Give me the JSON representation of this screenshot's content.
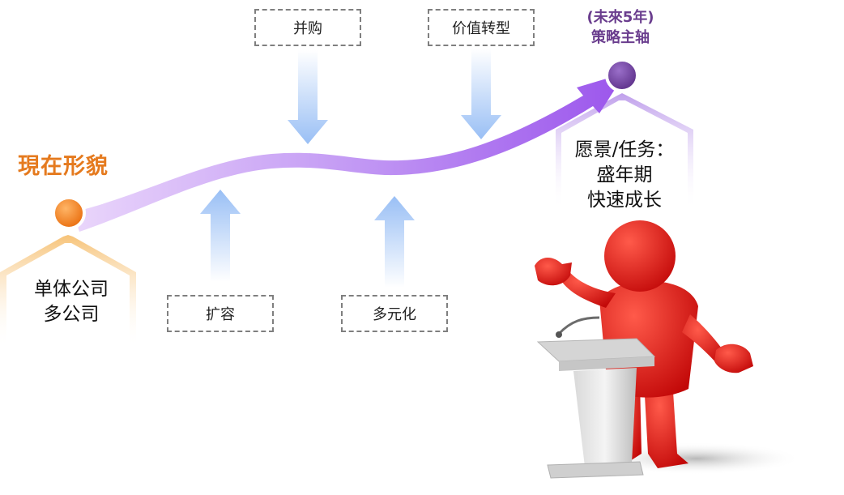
{
  "current": {
    "title": "現在形貌",
    "lines": [
      "单体公司",
      "多公司"
    ]
  },
  "future": {
    "title_lines": [
      "(未來5年)",
      "策略主轴"
    ],
    "lines": [
      "愿景/任务：",
      "盛年期",
      "快速成长"
    ]
  },
  "top_drivers": [
    "并购",
    "价值转型"
  ],
  "bottom_drivers": [
    "扩容",
    "多元化"
  ],
  "colors": {
    "current_accent": "#e57a1e",
    "future_accent": "#6a3d8e",
    "path": "#b278f0",
    "driver_arrow": "#a9c9f5",
    "figure": "#e01010"
  }
}
